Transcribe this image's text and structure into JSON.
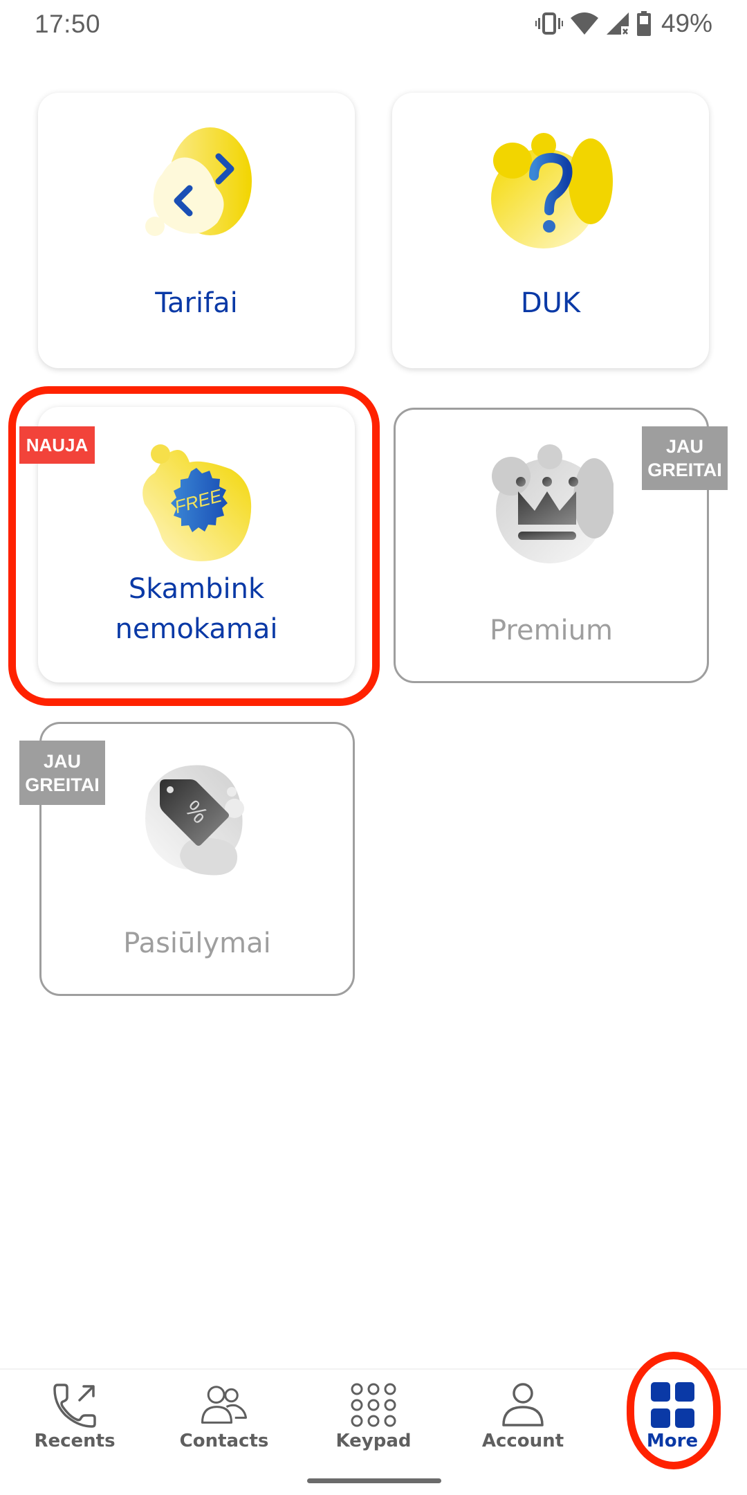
{
  "status_bar": {
    "time": "17:50",
    "battery_percent": "49%",
    "icons": [
      "vibrate-icon",
      "wifi-icon",
      "signal-no-service-icon",
      "battery-icon"
    ]
  },
  "cards": [
    {
      "label": "Tarifai",
      "icon": "tariff-exchange-arrows-icon",
      "state": "active",
      "badge": null
    },
    {
      "label": "DUK",
      "icon": "faq-question-mark-icon",
      "state": "active",
      "badge": null
    },
    {
      "label_line1": "Skambink",
      "label_line2": "nemokamai",
      "icon": "free-call-badge-icon",
      "state": "active",
      "badge": "NAUJA"
    },
    {
      "label": "Premium",
      "icon": "premium-crown-icon",
      "state": "disabled",
      "badge_line1": "JAU",
      "badge_line2": "GREITAI"
    },
    {
      "label": "Pasiūlymai",
      "icon": "offers-price-tag-icon",
      "state": "disabled",
      "badge_line1": "JAU",
      "badge_line2": "GREITAI"
    }
  ],
  "bottom_nav": {
    "items": [
      {
        "label": "Recents",
        "icon": "recent-calls-icon",
        "selected": false
      },
      {
        "label": "Contacts",
        "icon": "contacts-icon",
        "selected": false
      },
      {
        "label": "Keypad",
        "icon": "keypad-icon",
        "selected": false
      },
      {
        "label": "Account",
        "icon": "account-icon",
        "selected": false
      },
      {
        "label": "More",
        "icon": "more-grid-icon",
        "selected": true
      }
    ]
  },
  "colors": {
    "brand_blue": "#0a39a6",
    "brand_yellow": "#f2d500",
    "new_badge": "#f2433a",
    "soon_badge": "#9e9e9e",
    "highlight": "#ff2200",
    "disabled_text": "#9e9e9e",
    "nav_text": "#5f5f5f"
  }
}
